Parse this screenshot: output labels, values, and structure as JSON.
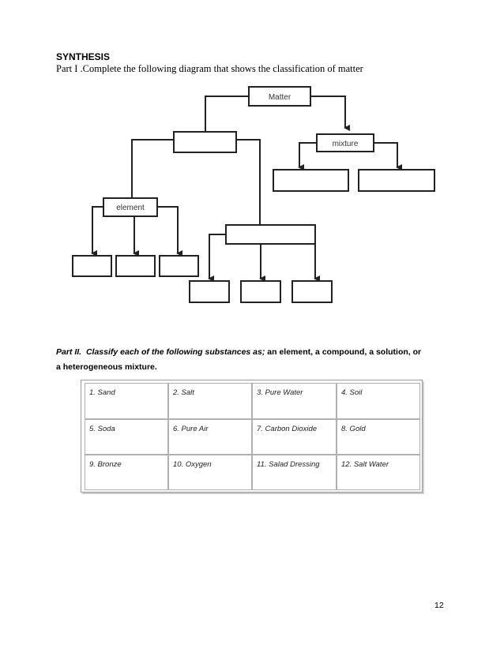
{
  "heading": "SYNTHESIS",
  "part1_instruction": "Part I .Complete the following diagram that shows the classification of matter",
  "diagram": {
    "matter_label": "Matter",
    "mixture_label": "mixture",
    "element_label": "element"
  },
  "part2": {
    "label": "Part II.",
    "instruction_italic": "Classify each of the following substances as;",
    "instruction_rest": " an element, a compound, a solution, or a heterogeneous mixture."
  },
  "substances": [
    [
      "1.  Sand",
      "2.  Salt",
      "3.  Pure Water",
      "4.  Soil"
    ],
    [
      "5.  Soda",
      "6.  Pure Air",
      "7.  Carbon Dioxide",
      "8.  Gold"
    ],
    [
      "9.  Bronze",
      "10. Oxygen",
      "11.  Salad Dressing",
      "12. Salt Water"
    ]
  ],
  "page_number": "12"
}
